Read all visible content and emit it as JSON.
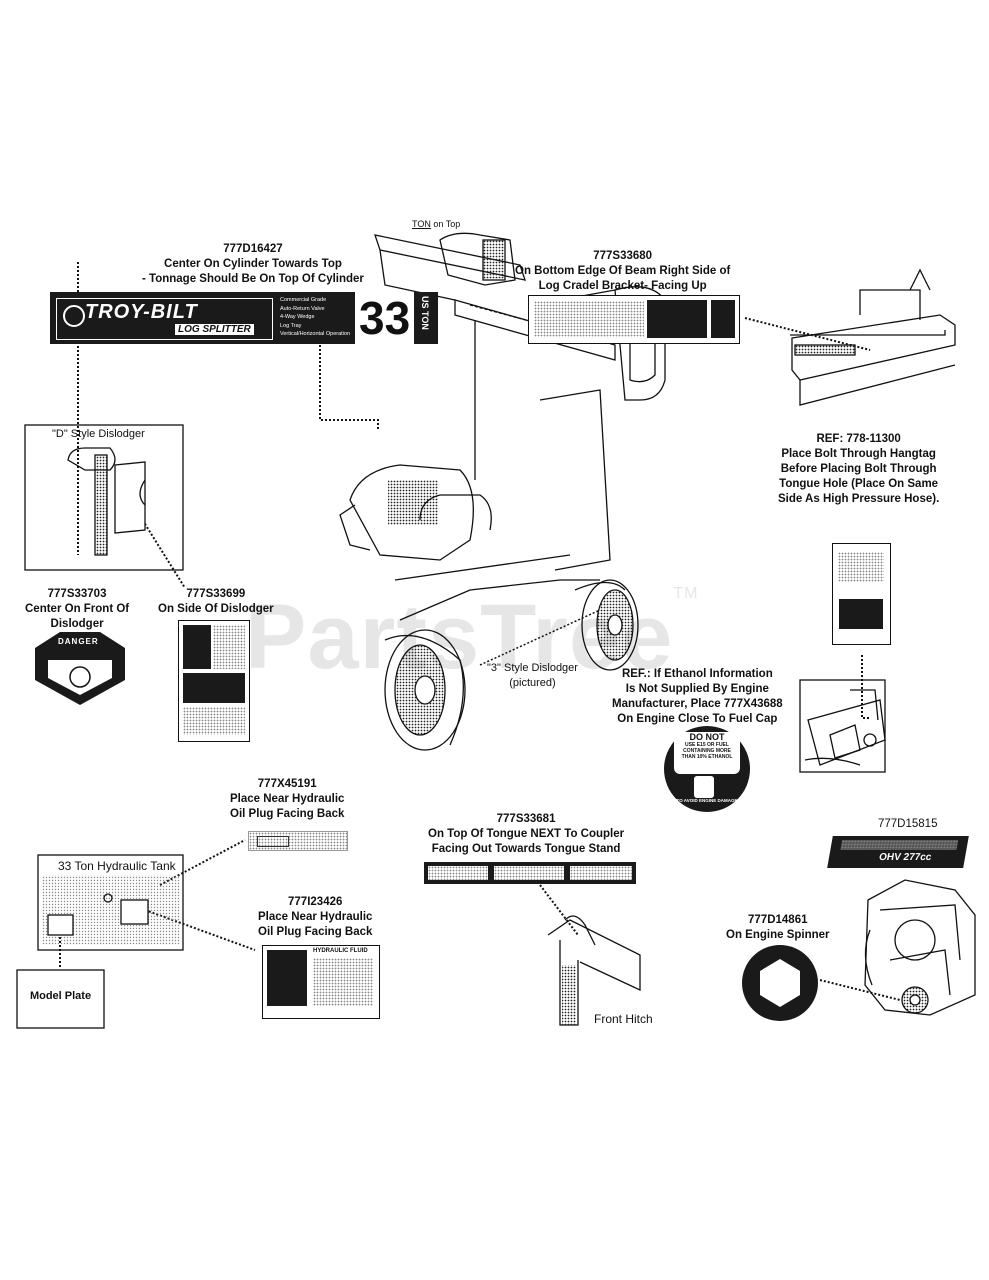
{
  "watermark": "PartsTree",
  "watermark_tm": "TM",
  "callouts": {
    "d16427": {
      "pn": "777D16427",
      "l1": "Center On Cylinder Towards Top",
      "l2": "- Tonnage Should Be On Top Of Cylinder"
    },
    "s33680": {
      "pn": "777S33680",
      "l1": "On Bottom Edge Of Beam Right Side of",
      "l2": "Log Cradel Bracket- Facing Up"
    },
    "ton_top": {
      "a": "TON",
      "b": " on Top"
    },
    "d_style": "\"D\" Style Dislodger",
    "s33703": {
      "pn": "777S33703",
      "l1": "Center On Front Of",
      "l2": "Dislodger"
    },
    "s33699": {
      "pn": "777S33699",
      "l1": "On Side Of Dislodger"
    },
    "ref_778": {
      "pn": "REF: 778-11300",
      "l1": "Place Bolt Through Hangtag",
      "l2": "Before Placing Bolt Through",
      "l3": "Tongue Hole (Place On Same",
      "l4": "Side As High Pressure Hose)."
    },
    "ref_eth": {
      "l1": "REF.:  If Ethanol Information",
      "l2": "Is Not Supplied By Engine",
      "l3": "Manufacturer, Place 777X43688",
      "l4": "On Engine Close To Fuel Cap"
    },
    "three_style": {
      "l1": "\"3\" Style Dislodger",
      "l2": "(pictured)"
    },
    "x45191": {
      "pn": "777X45191",
      "l1": "Place Near Hydraulic",
      "l2": "Oil Plug Facing Back"
    },
    "s33681": {
      "pn": "777S33681",
      "l1": "On Top Of Tongue NEXT To Coupler",
      "l2": "Facing Out Towards Tongue Stand"
    },
    "d15815": {
      "pn": "777D15815"
    },
    "i23426": {
      "pn": "777I23426",
      "l1": "Place Near Hydraulic",
      "l2": "Oil Plug Facing Back"
    },
    "d14861": {
      "pn": "777D14861",
      "l1": "On Engine Spinner"
    },
    "tank": "33 Ton Hydraulic Tank",
    "model_plate": "Model Plate",
    "front_hitch": "Front Hitch"
  },
  "decals": {
    "troybilt_logo": "TROY-BILT",
    "log_splitter": "LOG SPLITTER",
    "features": [
      "Commercial Grade",
      "Auto-Return Valve",
      "4-Way Wedge",
      "Log Tray",
      "Vertical/Horizontal Operation"
    ],
    "tonnage": "33",
    "us_ton": "US TON",
    "danger": "DANGER",
    "ethanol": {
      "l1": "DO NOT",
      "l2": "USE E15 OR FUEL",
      "l3": "CONTAINING MORE",
      "l4": "THAN 10% ETHANOL",
      "ring": "TO AVOID ENGINE DAMAGE"
    },
    "ohv": "OHV 277cc",
    "hyd_fluid": "HYDRAULIC FLUID"
  },
  "colors": {
    "ink": "#111111",
    "watermark": "#e6e6e6",
    "stipple": "#333333"
  }
}
